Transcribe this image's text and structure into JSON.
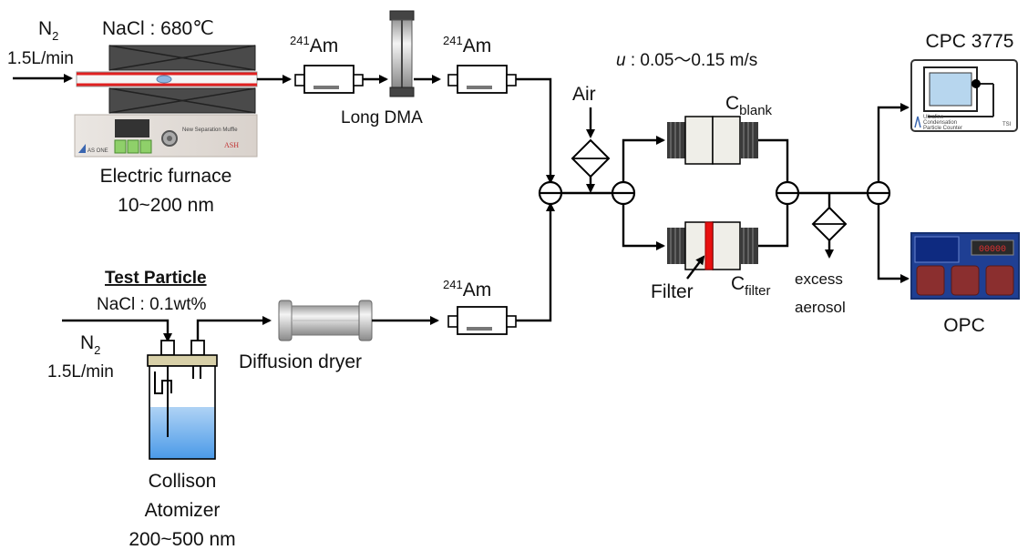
{
  "furnace": {
    "gas_label": "N",
    "gas_sub": "2",
    "gas_flow": "1.5L/min",
    "salt_temp": "NaCl : 680℃",
    "device_text": "New Separation Muffle",
    "brand_left": "AS ONE",
    "brand_right": "ASH",
    "title": "Electric furnace",
    "range": "10~200 nm"
  },
  "neutralizer": {
    "sup": "241",
    "base": "Am"
  },
  "dma": {
    "label": "Long DMA"
  },
  "air": {
    "label": "Air"
  },
  "velocity": {
    "symbol": "u",
    "value": " : 0.05〜0.15 m/s"
  },
  "holders": {
    "blank_label": "C",
    "blank_sub": "blank",
    "filter_label": "C",
    "filter_sub": "filter",
    "filter_name": "Filter"
  },
  "excess": {
    "line1": "excess",
    "line2": "aerosol"
  },
  "cpc": {
    "title": "CPC 3775",
    "line1": "Ultrafine",
    "line2": "Condensation",
    "line3": "Particle Counter",
    "badge": "TSI"
  },
  "opc": {
    "title": "OPC",
    "display": "00000"
  },
  "test_particle": {
    "heading": "Test Particle",
    "solution": "NaCl : 0.1wt%",
    "gas_label": "N",
    "gas_sub": "2",
    "gas_flow": "1.5L/min"
  },
  "dryer": {
    "label": "Diffusion dryer"
  },
  "atomizer": {
    "line1": "Collison",
    "line2": "Atomizer",
    "range": "200~500 nm"
  },
  "colors": {
    "furnace_tube": "#e02020",
    "filter_red": "#e81010",
    "opc_blue": "#1a3f9a",
    "opc_buttons": "#8b2f2f",
    "opc_display": "#e03030",
    "liquid_blue": "#4a9ae8",
    "furnace_green": "#8fd06a"
  }
}
